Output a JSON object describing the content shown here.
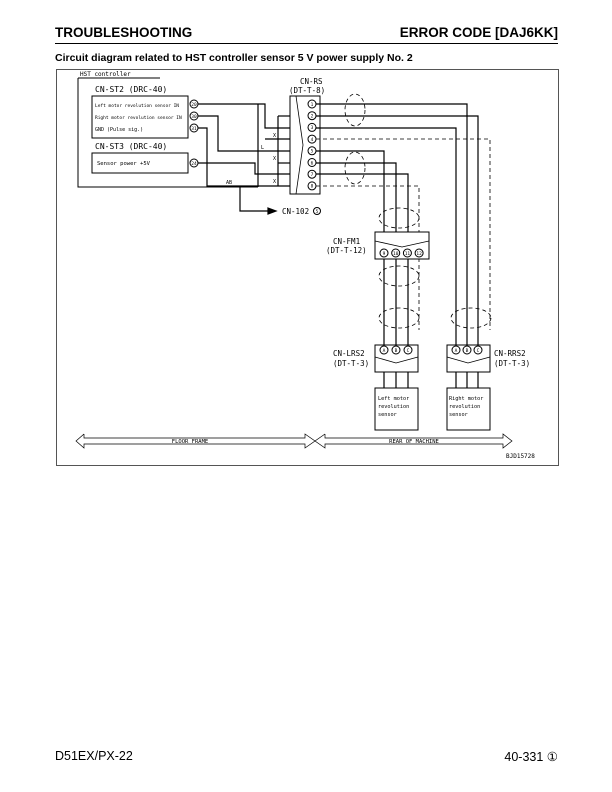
{
  "header": {
    "left": "TROUBLESHOOTING",
    "right": "ERROR CODE [DAJ6KK]"
  },
  "subtitle": "Circuit diagram related to HST controller sensor 5 V power supply No. 2",
  "diagram": {
    "controller_label": "HST controller",
    "st2": {
      "name": "CN-ST2 (DRC-40)",
      "rows": [
        {
          "label": "Left motor revolution sensor IN",
          "pin": "20"
        },
        {
          "label": "Right motor revolution sensor IN",
          "pin": "30"
        },
        {
          "label": "GND (Pulse sig.)",
          "pin": "31"
        }
      ]
    },
    "st3": {
      "name": "CN-ST3 (DRC-40)",
      "rows": [
        {
          "label": "Sensor power +5V",
          "pin": "24"
        }
      ]
    },
    "rs": {
      "name": "CN-RS",
      "type": "(DT-T-8)",
      "pins": [
        "1",
        "2",
        "3",
        "4",
        "5",
        "6",
        "7",
        "8"
      ]
    },
    "wire_marks": {
      "x": "X",
      "l": "L",
      "ab": "AB"
    },
    "cn102": {
      "name": "CN-102",
      "pin": "5"
    },
    "fm1": {
      "name": "CN-FM1",
      "type": "(DT-T-12)",
      "pins": [
        "9",
        "10",
        "11",
        "12"
      ]
    },
    "lrs2": {
      "name": "CN-LRS2",
      "type": "(DT-T-3)",
      "pins": [
        "A",
        "B",
        "C"
      ]
    },
    "rrs2": {
      "name": "CN-RRS2",
      "type": "(DT-T-3)",
      "pins": [
        "A",
        "B",
        "C"
      ]
    },
    "left_sensor": [
      "Left motor",
      "revolution",
      "sensor"
    ],
    "right_sensor": [
      "Right motor",
      "revolution",
      "sensor"
    ],
    "floor_frame": "FLOOR FRAME",
    "rear": "REAR OF MACHINE",
    "figure_id": "BJD15728"
  },
  "footer": {
    "left": "D51EX/PX-22",
    "right": "40-331 ①"
  }
}
